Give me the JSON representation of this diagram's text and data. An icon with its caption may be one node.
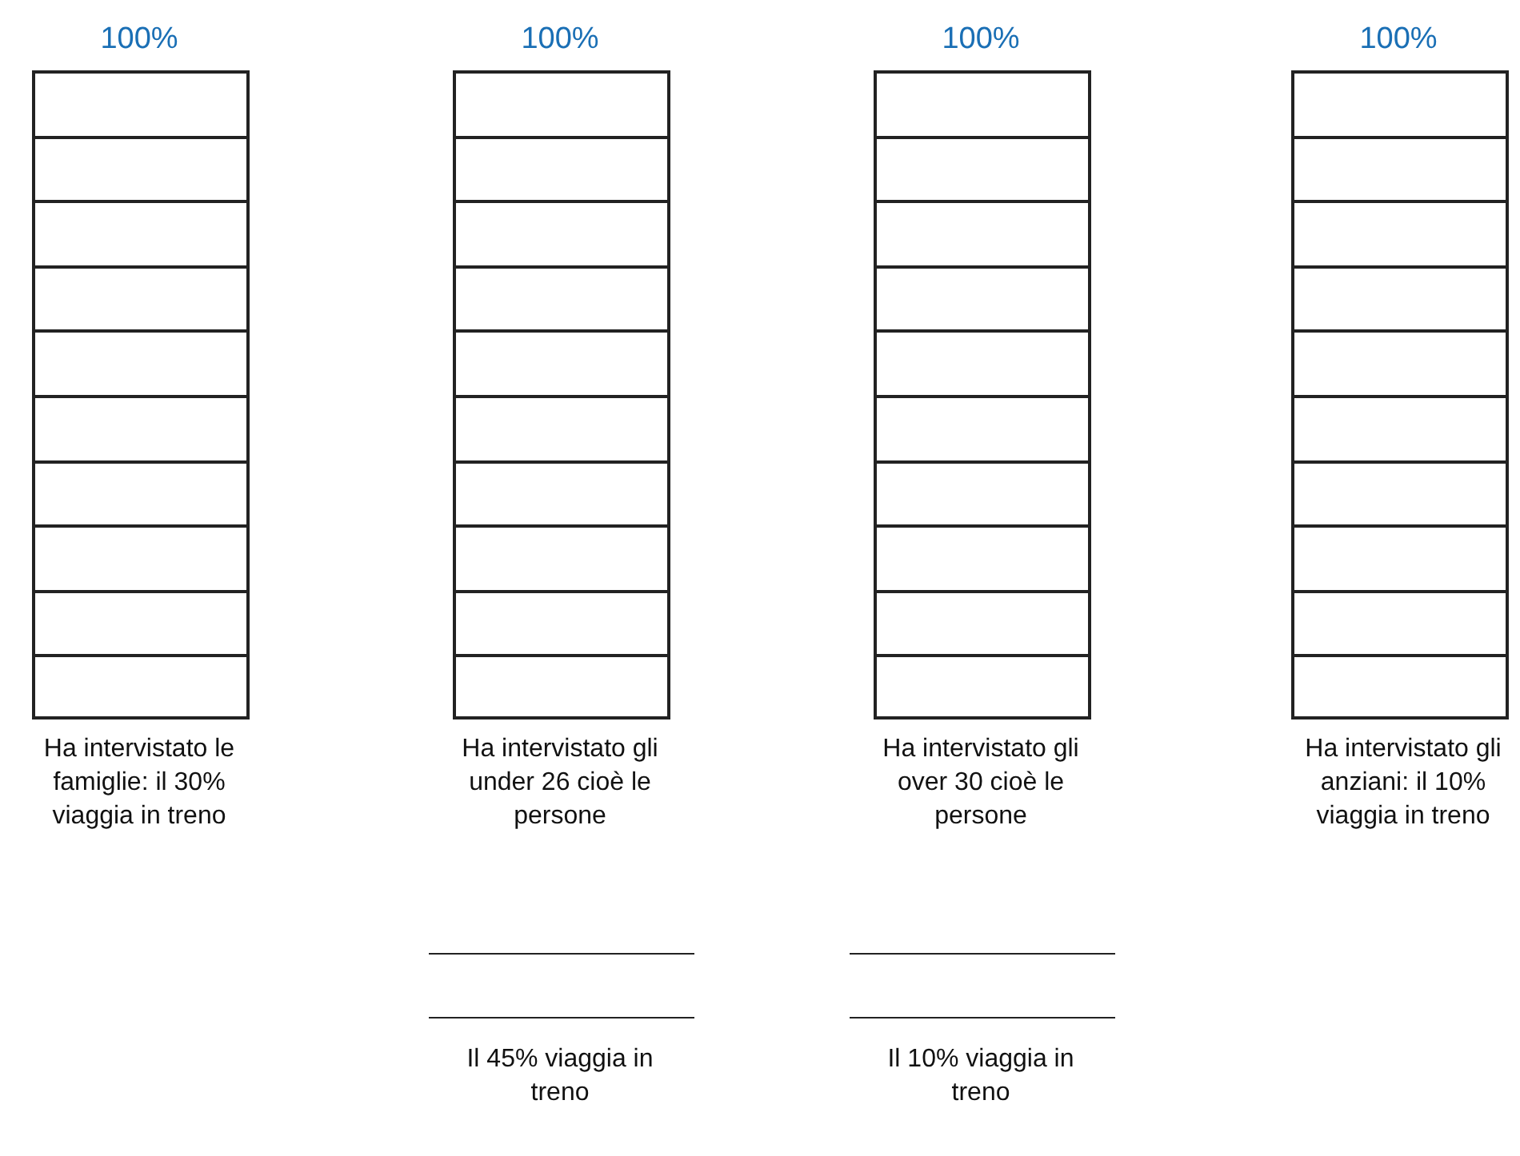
{
  "diagram": {
    "nodes": [
      {
        "text": [
          "100%"
        ],
        "beside": [
          "Ha intervistato le famiglie: il 30% viaggia in treno"
        ]
      },
      {
        "text": [
          "100%"
        ],
        "beside": [
          "Ha intervistato gli under 26 cioè le persone"
        ]
      },
      {
        "text": [
          "100%"
        ],
        "beside": [
          "Ha intervistato gli over 30 cioè le persone"
        ]
      },
      {
        "text": [
          "100%"
        ],
        "beside": [
          "Ha intervistato gli anziani: il 10% viaggia in treno"
        ]
      }
    ],
    "labels": [
      "Il 45% viaggia in treno",
      "Il 10% viaggia in treno"
    ]
  }
}
